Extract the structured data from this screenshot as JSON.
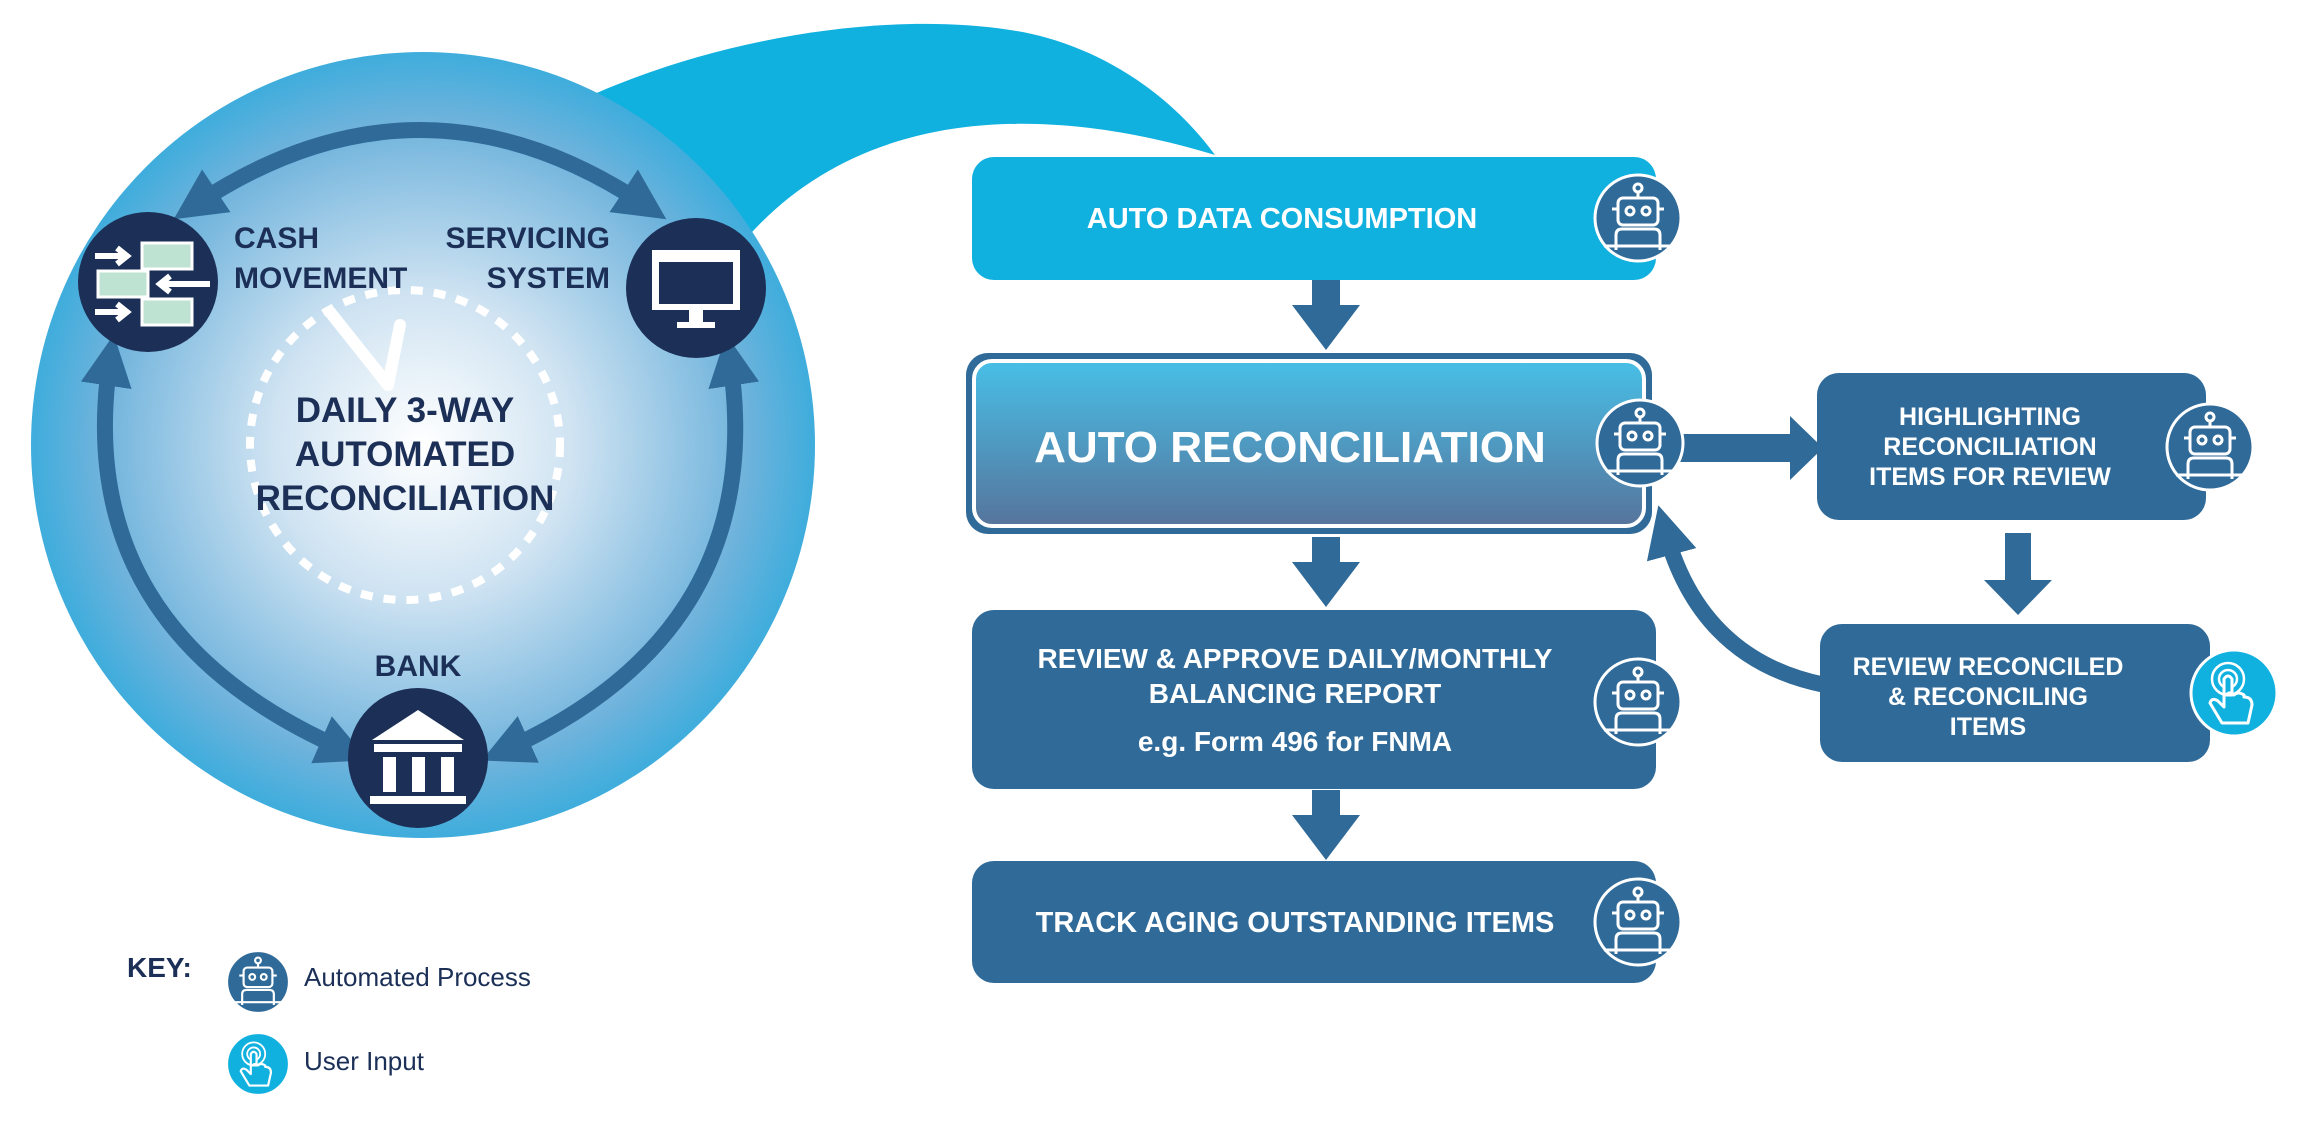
{
  "cycle": {
    "cash_label_1": "CASH",
    "cash_label_2": "MOVEMENT",
    "servicing_label_1": "SERVICING",
    "servicing_label_2": "SYSTEM",
    "bank_label": "BANK",
    "center_line_1": "DAILY 3-WAY",
    "center_line_2": "AUTOMATED",
    "center_line_3": "RECONCILIATION"
  },
  "flow": {
    "auto_data": "AUTO DATA CONSUMPTION",
    "auto_recon": "AUTO RECONCILIATION",
    "review_line_1": "REVIEW & APPROVE DAILY/MONTHLY",
    "review_line_2": "BALANCING REPORT",
    "review_sub": "e.g. Form 496 for FNMA",
    "track": "TRACK AGING OUTSTANDING ITEMS",
    "highlight_line_1": "HIGHLIGHTING",
    "highlight_line_2": "RECONCILIATION",
    "highlight_line_3": "ITEMS FOR REVIEW",
    "review_rec_line_1": "REVIEW RECONCILED",
    "review_rec_line_2": "& RECONCILING",
    "review_rec_line_3": "ITEMS"
  },
  "key": {
    "title": "KEY:",
    "automated": "Automated Process",
    "user": "User Input"
  },
  "icons": {
    "robot": "robot-icon",
    "hand": "hand-pointer-icon",
    "cash": "cash-transfer-icon",
    "monitor": "monitor-icon",
    "bank": "bank-icon"
  },
  "colors": {
    "cyan": "#10b0df",
    "steel": "#2f6a98",
    "navy": "#1b2f57",
    "arrow": "#2f6a98"
  }
}
